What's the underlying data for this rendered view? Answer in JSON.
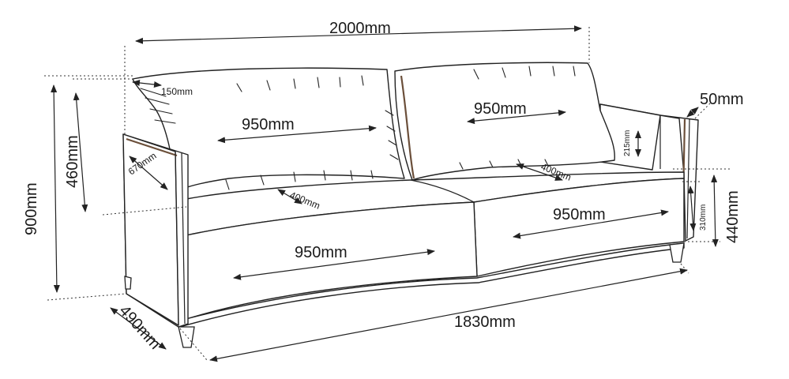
{
  "dimensions": {
    "total_width": "2000mm",
    "base_width": "1830mm",
    "total_height": "900mm",
    "back_height": "460mm",
    "arm_height": "440mm",
    "seat_front_height": "310mm",
    "cushion_thickness": "215mm",
    "depth": "490mm",
    "arm_width": "50mm",
    "arm_depth": "670mm",
    "back_cushion_depth": "150mm",
    "back_cushion_left_width": "950mm",
    "back_cushion_right_width": "950mm",
    "seat_cushion_left_depth": "400mm",
    "seat_cushion_right_depth": "400mm",
    "seat_front_left_width": "950mm",
    "seat_front_right_width": "950mm"
  }
}
